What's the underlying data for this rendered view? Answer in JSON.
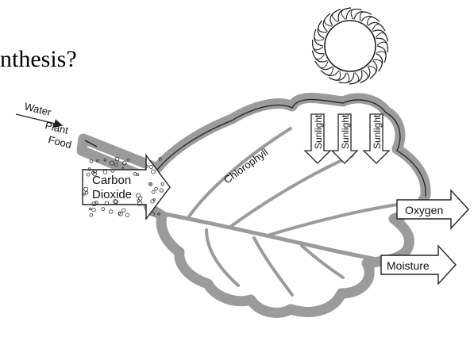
{
  "title": "nthesis?",
  "labels": {
    "water": "Water",
    "plant": "Plant",
    "food": "Food",
    "chlorophyll": "Chlorophyll",
    "sunlight": "Sunlight",
    "carbon": "Carbon",
    "dioxide": "Dioxide",
    "oxygen": "Oxygen",
    "moisture": "Moisture"
  },
  "icons": [
    "sun-icon",
    "leaf-icon"
  ],
  "colors": {
    "leaf_band": "#9b9b9b",
    "outline": "#222222",
    "background": "#ffffff"
  }
}
